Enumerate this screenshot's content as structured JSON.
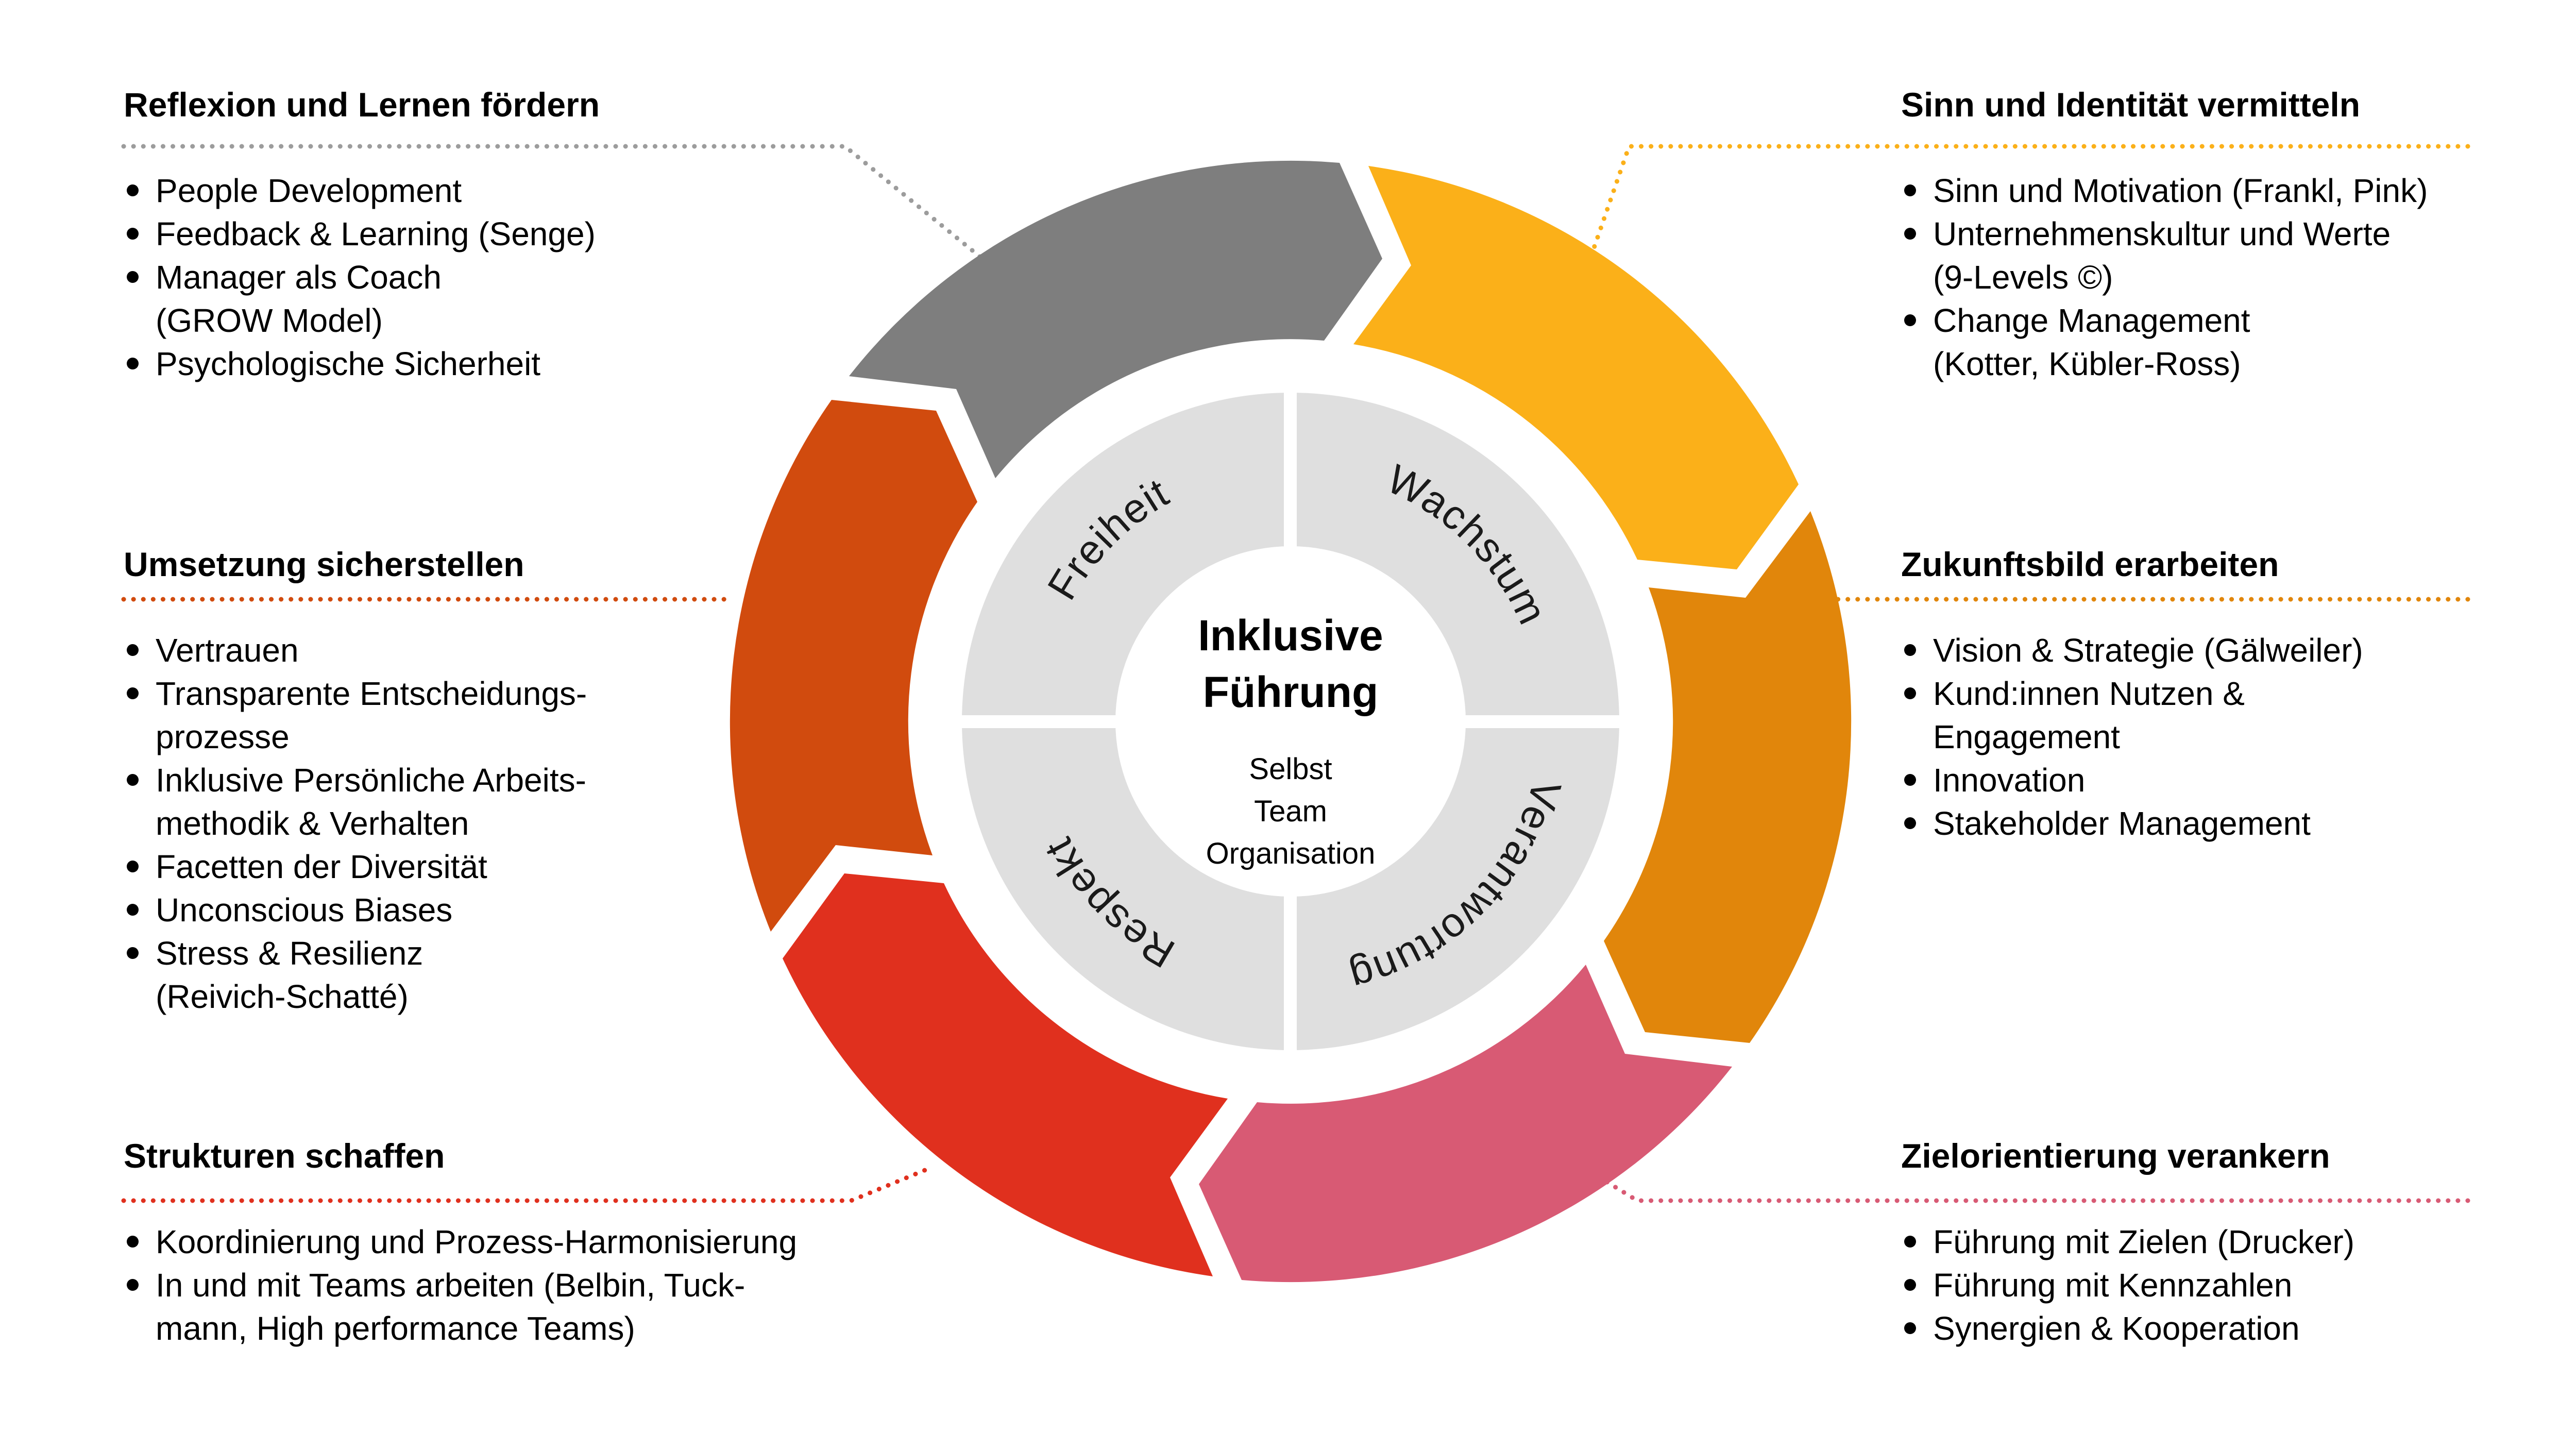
{
  "colors": {
    "segment_gray": "#7E7E7E",
    "segment_amber": "#FBB019",
    "segment_orange": "#E1860B",
    "segment_rose": "#D85A74",
    "segment_red": "#E0301E",
    "segment_rust": "#D14B0E",
    "ring_gray": "#DFDFDF",
    "white": "#FFFFFF",
    "connector_top_left": "#9C9C9C",
    "connector_top_right": "#FBB019",
    "connector_mid_left": "#D14B0E",
    "connector_mid_right": "#E1860B",
    "connector_bottom_left": "#E0301E",
    "connector_bottom_right": "#D85A74"
  },
  "center": {
    "title_line1": "Inklusive",
    "title_line2": "Führung",
    "sub": [
      "Selbst",
      "Team",
      "Organisation"
    ]
  },
  "ring": {
    "top_left": "Freiheit",
    "top_right": "Wachstum",
    "bottom_right": "Verantwortung",
    "bottom_left": "Respekt"
  },
  "blocks": {
    "top_left": {
      "heading": "Reflexion und Lernen fördern",
      "items": [
        "People Development",
        "Feedback & Learning (Senge)",
        "Manager als Coach\n(GROW Model)",
        "Psychologische Sicherheit"
      ]
    },
    "mid_left": {
      "heading": "Umsetzung sicherstellen",
      "items": [
        "Vertrauen",
        "Transparente Entscheidungs-\nprozesse",
        "Inklusive Persönliche Arbeits-\nmethodik & Verhalten",
        "Facetten der Diversität",
        "Unconscious Biases",
        "Stress & Resilienz\n(Reivich-Schatté)"
      ]
    },
    "bottom_left": {
      "heading": "Strukturen schaffen",
      "items": [
        "Koordinierung und Prozess-Harmonisierung",
        "In und mit Teams arbeiten (Belbin, Tuck-\nmann, High performance Teams)"
      ]
    },
    "top_right": {
      "heading": "Sinn und Identität vermitteln",
      "items": [
        "Sinn und Motivation (Frankl, Pink)",
        "Unternehmenskultur und Werte\n(9-Levels ©)",
        "Change Management\n(Kotter, Kübler-Ross)"
      ]
    },
    "mid_right": {
      "heading": "Zukunftsbild erarbeiten",
      "items": [
        "Vision & Strategie (Gälweiler)",
        "Kund:innen Nutzen &\nEngagement",
        "Innovation",
        "Stakeholder Management"
      ]
    },
    "bottom_right": {
      "heading": "Zielorientierung verankern",
      "items": [
        "Führung mit Zielen (Drucker)",
        "Führung mit Kennzahlen",
        "Synergien & Kooperation"
      ]
    }
  }
}
